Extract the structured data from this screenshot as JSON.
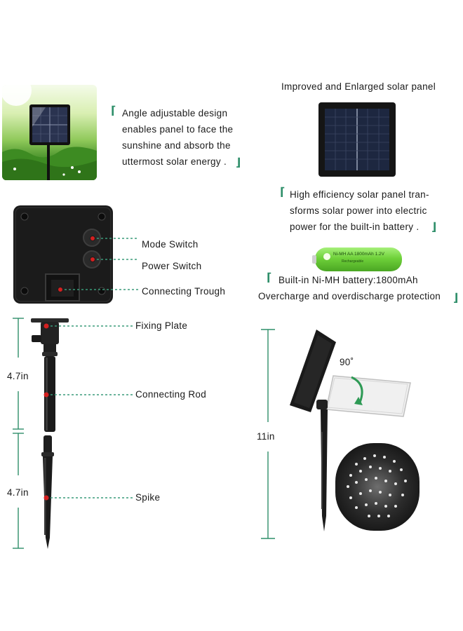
{
  "angle_note": {
    "lines": [
      "Angle adjustable design",
      "enables panel to face the",
      "sunshine and absorb the",
      "uttermost solar energy ."
    ]
  },
  "panel_title": "Improved and Enlarged solar panel",
  "efficiency_note": {
    "lines": [
      "High efficiency solar panel tran-",
      "sforms solar power into electric",
      "power for the built-in battery ."
    ]
  },
  "battery": {
    "label_text": "Ni-MH AA 1800mAh 1.2V",
    "sub_text": "Rechargeable",
    "line1": "Built-in Ni-MH battery:1800mAh",
    "line2": "Overcharge and overdischarge protection"
  },
  "controls": {
    "mode_switch": "Mode Switch",
    "power_switch": "Power Switch",
    "connecting_trough": "Connecting Trough"
  },
  "stake": {
    "fixing_plate": "Fixing Plate",
    "connecting_rod": "Connecting Rod",
    "spike": "Spike",
    "dim_upper": "4.7in",
    "dim_lower": "4.7in"
  },
  "assembled": {
    "angle": "90˚",
    "height": "11in"
  },
  "colors": {
    "accent": "#2f8f6a",
    "dashed": "#3a9b7a",
    "battery": "#6fd13a",
    "device": "#1b1b1b",
    "marker": "#d42020"
  }
}
